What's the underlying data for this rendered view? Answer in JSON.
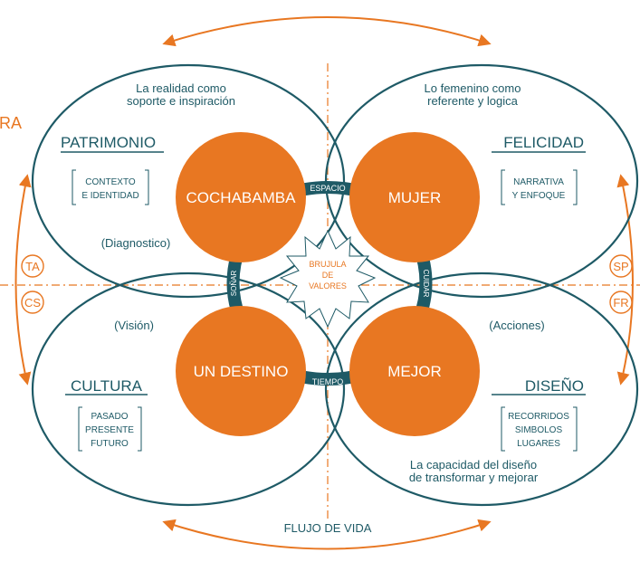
{
  "colors": {
    "teal": "#1e5a66",
    "orange": "#e87722",
    "white": "#ffffff"
  },
  "left_edge_fragment": "RA",
  "quadrants": {
    "top_left": {
      "caption_line1": "La realidad como",
      "caption_line2": "soporte e inspiración",
      "heading": "PATRIMONIO",
      "bracket_line1": "CONTEXTO",
      "bracket_line2": "E IDENTIDAD",
      "note": "(Diagnostico)",
      "circle_label": "COCHABAMBA"
    },
    "top_right": {
      "caption_line1": "Lo femenino como",
      "caption_line2": "referente y logica",
      "heading": "FELICIDAD",
      "bracket_line1": "NARRATIVA",
      "bracket_line2": "Y ENFOQUE",
      "circle_label": "MUJER"
    },
    "bottom_left": {
      "note": "(Visión)",
      "heading": "CULTURA",
      "bracket_line1": "PASADO",
      "bracket_line2": "PRESENTE",
      "bracket_line3": "FUTURO",
      "circle_label": "UN DESTINO"
    },
    "bottom_right": {
      "note": "(Acciones)",
      "heading": "DISEÑO",
      "bracket_line1": "RECORRIDOS",
      "bracket_line2": "SIMBOLOS",
      "bracket_line3": "LUGARES",
      "caption_line1": "La capacidad del diseño",
      "caption_line2": "de transformar y mejorar",
      "circle_label": "MEJOR"
    }
  },
  "connectors": {
    "top": "ESPACIO",
    "bottom": "TIEMPO",
    "left": "SOÑAR",
    "right": "CUIDAR"
  },
  "compass": {
    "line1": "BRUJULA",
    "line2": "DE",
    "line3": "VALORES"
  },
  "badges": {
    "left_top": "TA",
    "left_bottom": "CS",
    "right_top": "SP",
    "right_bottom": "FR"
  },
  "footer_label": "FLUJO DE VIDA"
}
